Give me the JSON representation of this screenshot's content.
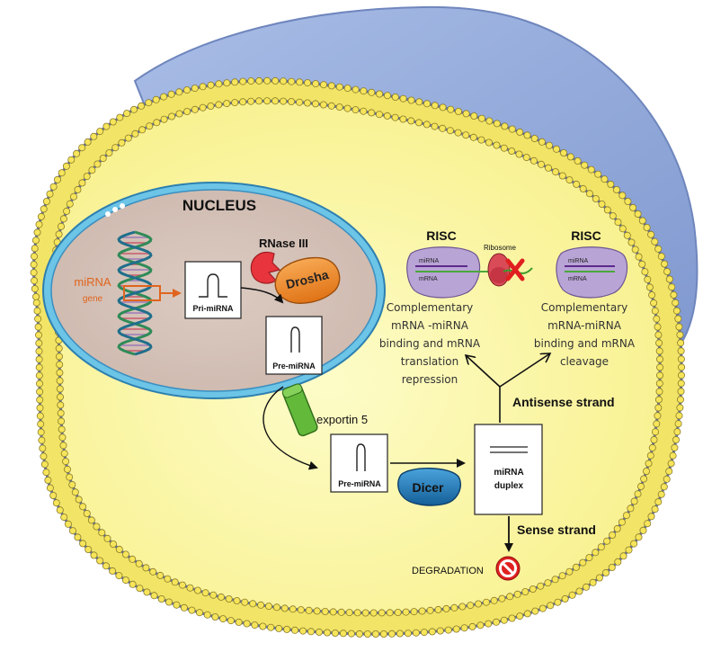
{
  "nucleus": {
    "title": "NUCLEUS"
  },
  "gene": {
    "label_line1": "miRNA",
    "label_line2": "gene"
  },
  "enzymes": {
    "rnase": "RNase III",
    "drosha": "Drosha",
    "exportin": "exportin 5",
    "dicer": "Dicer"
  },
  "boxes": {
    "pri": "Pri-miRNA",
    "pre_nuclear": "Pre-miRNA",
    "pre_cyto": "Pre-miRNA",
    "duplex_line1": "miRNA",
    "duplex_line2": "duplex"
  },
  "risc_left": {
    "title": "RISC",
    "mirna": "miRNA",
    "mrna": "mRNA",
    "ribosome": "Ribosome",
    "desc": [
      "Complementary",
      "mRNA -miRNA",
      "binding and mRNA",
      "translation",
      "repression"
    ]
  },
  "risc_right": {
    "title": "RISC",
    "mirna": "miRNA",
    "mrna": "mRNA",
    "desc": [
      "Complementary",
      "mRNA-miRNA",
      "binding and mRNA",
      "cleavage"
    ]
  },
  "strands": {
    "antisense": "Antisense strand",
    "sense": "Sense strand"
  },
  "degradation": "DEGRADATION",
  "colors": {
    "cytoplasm": "#fbf8a6",
    "membrane": "#f4e76a",
    "lipid_head": "#f6e55a",
    "nucleus_fill": "#d9c7bd",
    "nuclear_envelope": "#4fb0d8",
    "ecm": "#8fa6d8",
    "gene_orange": "#e0641e",
    "drosha": "#f08a2c",
    "rnase": "#e8343c",
    "dicer": "#1f78b8",
    "exportin": "#63b93a",
    "risc": "#b9a4d6",
    "stop": "#e02020"
  }
}
